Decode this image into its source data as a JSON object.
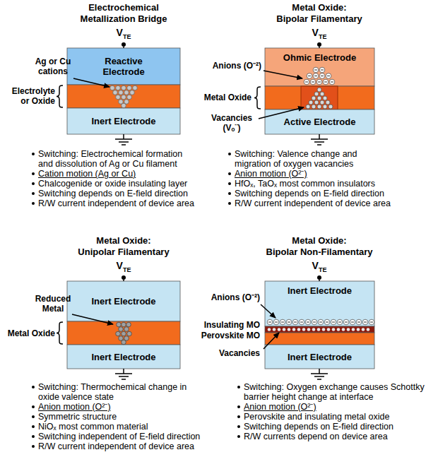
{
  "diagram": {
    "nodes": [
      {
        "text": [
          "Reactive Electrode"
        ]
      },
      {
        "text": [
          "Inert Electrode"
        ]
      },
      {
        "text": [
          "Ohmic Electrode"
        ]
      },
      {
        "text": [
          "Active Electrode"
        ]
      },
      {
        "text": [
          "Inert Electrode"
        ]
      },
      {
        "text": [
          "Inert Electrode"
        ]
      },
      {
        "text": [
          "Inert Electrode"
        ]
      },
      {
        "text": [
          "Inert Electrode"
        ]
      }
    ],
    "labels": [
      "Electrochemical Metallization Bridge",
      "V",
      "TE",
      "Ag or Cu cations",
      "Electrolyte or Oxide",
      "Switching: Electrochemical formation and dissolution of Ag or Cu filament",
      "Cation motion (Ag or Cu)",
      "Chalcogenide or oxide insulating layer",
      "Switching depends on E-field direction",
      "R/W current independent of device area",
      "Metal Oxide: Bipolar Filamentary",
      "V",
      "TE",
      "Anions (O⁻²)",
      "Metal Oxide",
      "Vacancies (Vₒ¨)",
      "Switching: Valence change and migration of oxygen vacancies",
      "Anion motion (O²⁻)",
      "HfOₓ, TaOₓ most common insulators",
      "Switching depends on E-field direction",
      "R/W current independent of device area",
      "Metal Oxide: Unipolar Filamentary",
      "V",
      "TE",
      "Reduced Metal",
      "Metal Oxide",
      "Switching: Thermochemical change in oxide valence state",
      "Anion motion (O²⁻)",
      "Symmetric structure",
      "NiOₓ most common material",
      "Switching independent of E-field direction",
      "R/W current independent of device area",
      "Metal Oxide: Bipolar Non-Filamentary",
      "V",
      "TE",
      "Anions (O⁻²)",
      "Insulating MO",
      "Perovskite MO",
      "Vacancies",
      "Switching: Oxygen exchange causes Schottky barrier height change at interface",
      "Anion motion (O²⁻)",
      "Perovskite and insulating metal oxide",
      "Switching depends on E-field direction",
      "R/W currents depend on device area"
    ]
  }
}
